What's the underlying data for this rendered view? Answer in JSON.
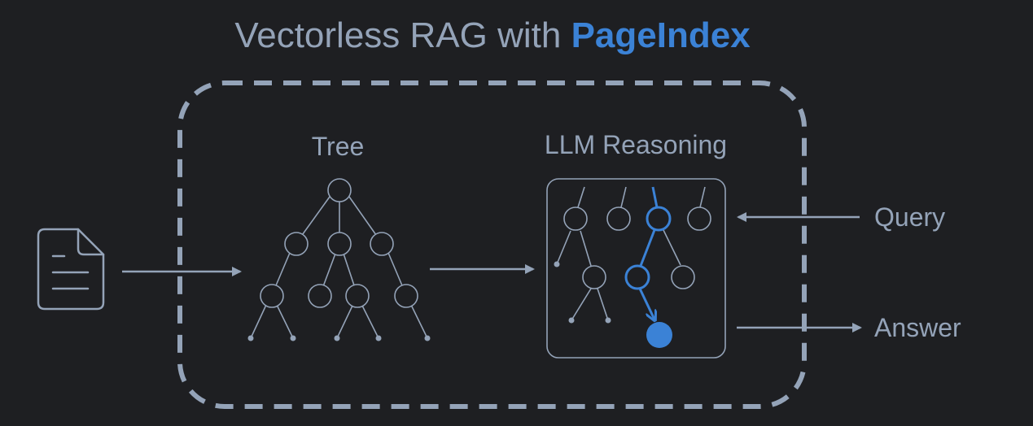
{
  "title": {
    "prefix": "Vectorless RAG with ",
    "brand": "PageIndex"
  },
  "sections": {
    "tree_label": "Tree",
    "reasoning_label": "LLM Reasoning"
  },
  "io": {
    "query_label": "Query",
    "answer_label": "Answer"
  },
  "icons": {
    "input": "document-icon"
  },
  "colors": {
    "background": "#1e1f22",
    "foreground": "#94a3b8",
    "accent": "#3b82d6"
  }
}
